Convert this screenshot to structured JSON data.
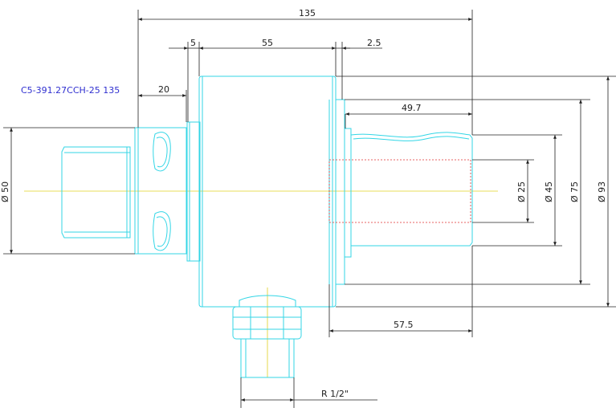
{
  "drawing": {
    "part_label": "C5-391.27CCH-25 135",
    "dimensions": {
      "overall_length": "135",
      "flange": "5",
      "body_length": "55",
      "gap": "2.5",
      "shank_length": "20",
      "sleeve_length": "49.7",
      "projection": "57.5",
      "shank_diameter": "Ø 50",
      "bore_diameter": "Ø 25",
      "sleeve_diameter": "Ø 45",
      "body_diameter": "Ø 75",
      "outer_diameter": "Ø 93",
      "coolant_thread": "R 1/2\""
    },
    "colors": {
      "geometry": "#33d6e6",
      "dimension": "#202020",
      "centerline": "#e0d020",
      "hidden": "#e03030",
      "label": "#3030d0"
    }
  }
}
